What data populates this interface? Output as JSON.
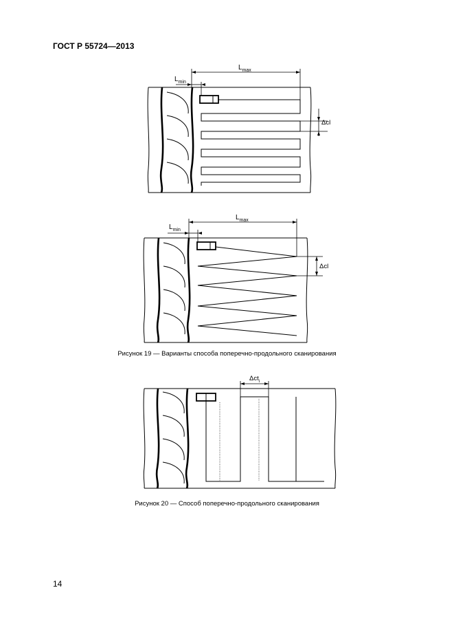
{
  "header": {
    "standard": "ГОСТ Р 55724—2013"
  },
  "figure19": {
    "caption": "Рисунок 19 — Варианты способа поперечно-продольного сканирования",
    "top": {
      "lmax": "L",
      "lmax_sub": "max",
      "lmin": "L",
      "lmin_sub": "min",
      "dcl": "Δcl"
    },
    "bottom": {
      "lmax": "L",
      "lmax_sub": "max",
      "lmin": "L",
      "lmin_sub": "min",
      "dcl": "Δcl"
    }
  },
  "figure20": {
    "caption": "Рисунок 20 — Способ поперечно-продольного сканирования",
    "dct": "Δct",
    "dct_sub": "i"
  },
  "page": {
    "number": "14"
  }
}
